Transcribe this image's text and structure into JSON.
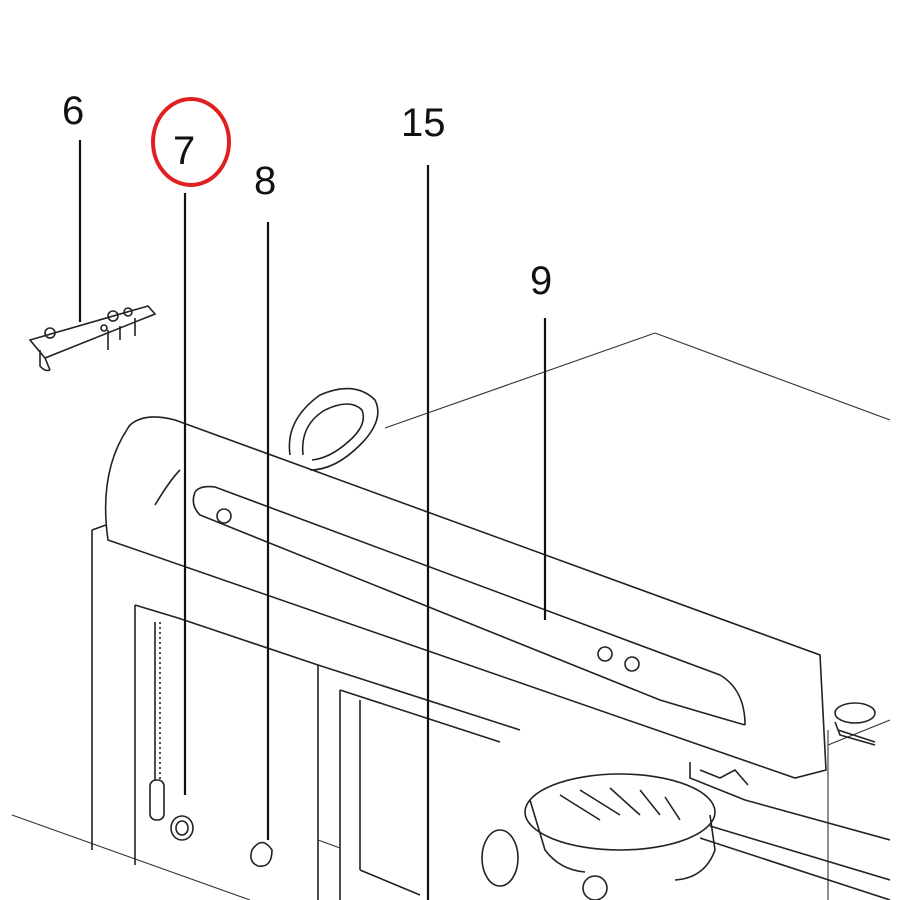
{
  "diagram": {
    "callouts": [
      {
        "id": "c6",
        "text": "6"
      },
      {
        "id": "c7",
        "text": "7"
      },
      {
        "id": "c8",
        "text": "8"
      },
      {
        "id": "c15",
        "text": "15"
      },
      {
        "id": "c9",
        "text": "9"
      }
    ],
    "highlighted_callout": "7",
    "highlight_color": "#e02020"
  }
}
